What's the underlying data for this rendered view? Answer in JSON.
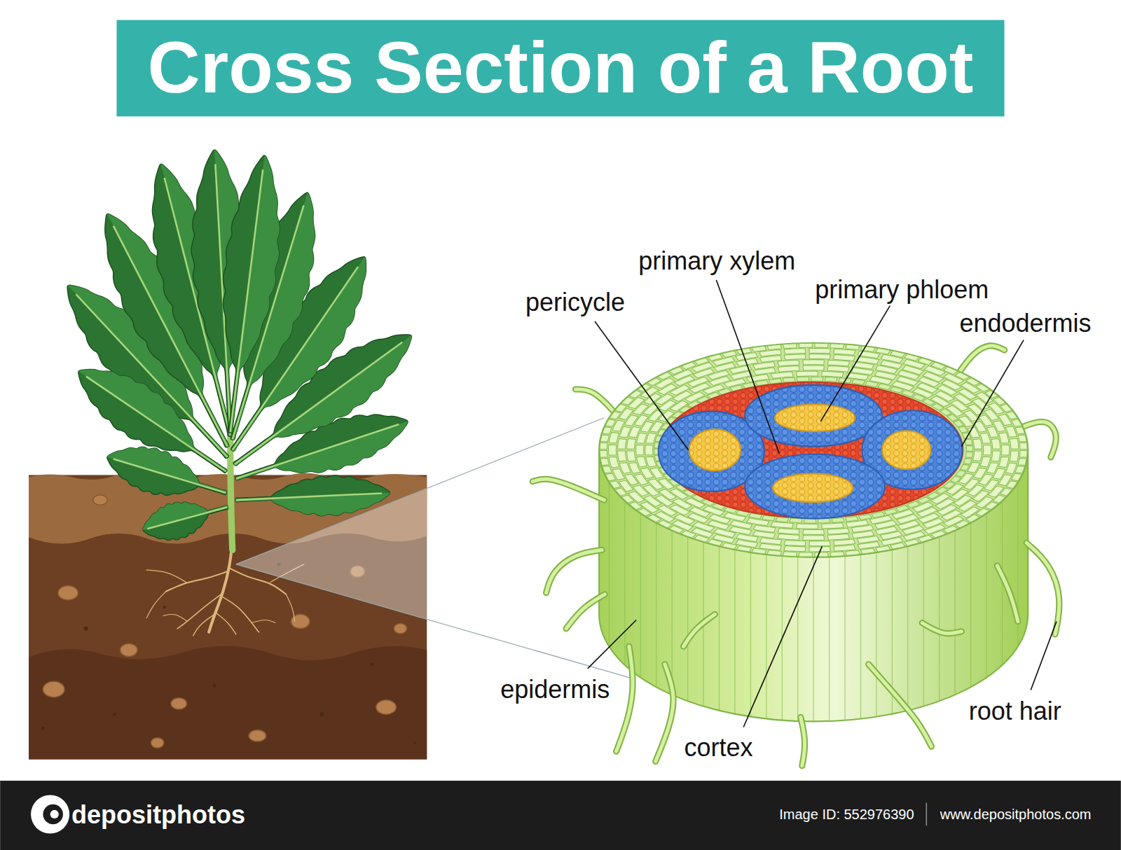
{
  "diagram": {
    "title": "Cross Section of a Root",
    "labels": [
      "pericycle",
      "primary xylem",
      "primary phloem",
      "endodermis",
      "epidermis",
      "cortex",
      "root hair",
      "depositphotos",
      "Image ID: 552976390",
      "www.depositphotos.com"
    ]
  }
}
